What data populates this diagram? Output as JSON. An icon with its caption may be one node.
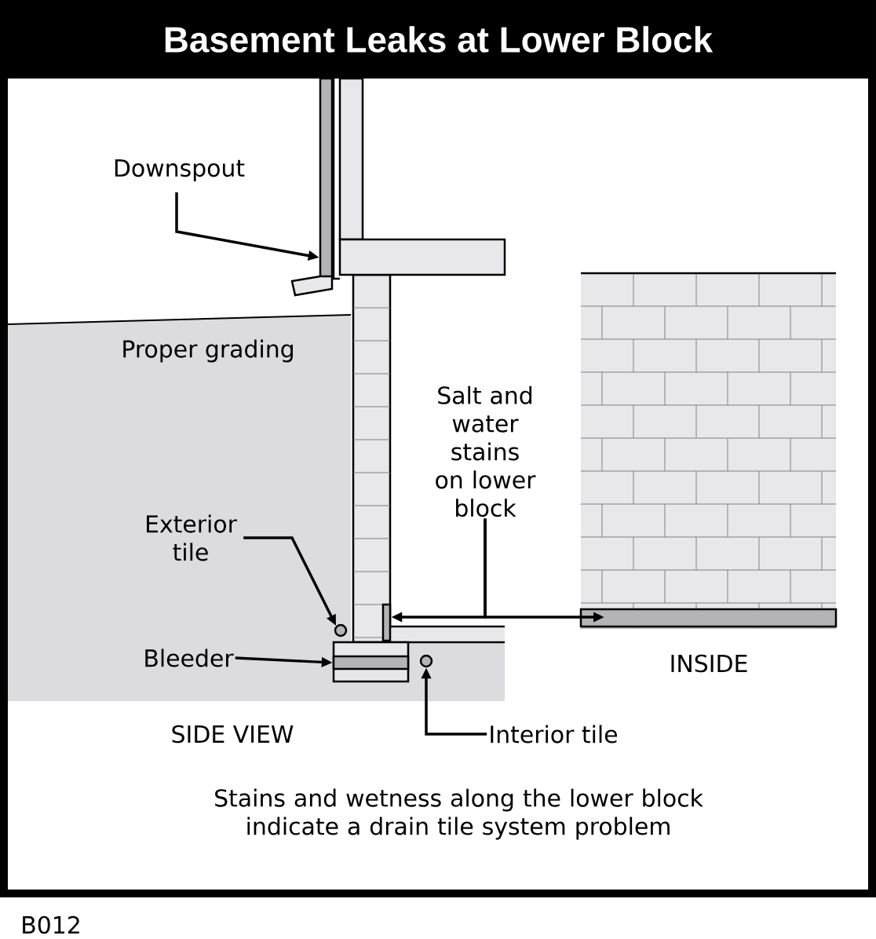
{
  "diagram": {
    "title": "Basement Leaks at Lower Block",
    "caption": "Stains and wetness along the lower block indicate a drain tile system problem",
    "nodes": [
      {
        "text": [
          "Downspout"
        ]
      },
      {
        "text": [],
        "shape": "bar"
      },
      {
        "text": [
          "Exterior tile"
        ]
      },
      {
        "text": [],
        "shape": "circle"
      },
      {
        "text": [
          "Bleeder"
        ]
      },
      {
        "text": [],
        "shape": "bar"
      },
      {
        "text": [
          "Interior tile"
        ]
      },
      {
        "text": [],
        "shape": "circle"
      },
      {
        "text": [
          "Salt and water stains on lower block"
        ]
      },
      {
        "text": [],
        "shape": "bar"
      },
      {
        "text": [],
        "shape": "bar"
      }
    ],
    "edges": [
      {
        "from": 0,
        "to": 1,
        "arrow": "to"
      },
      {
        "from": 2,
        "to": 3,
        "arrow": "to"
      },
      {
        "from": 4,
        "to": 5,
        "arrow": "to"
      },
      {
        "from": 6,
        "to": 7,
        "arrow": "to"
      },
      {
        "from": 8,
        "to": 9,
        "arrow": "to"
      },
      {
        "from": 8,
        "to": 10,
        "arrow": "to"
      }
    ],
    "labels": [
      "Proper grading",
      "SIDE VIEW",
      "INSIDE",
      "B012"
    ]
  }
}
